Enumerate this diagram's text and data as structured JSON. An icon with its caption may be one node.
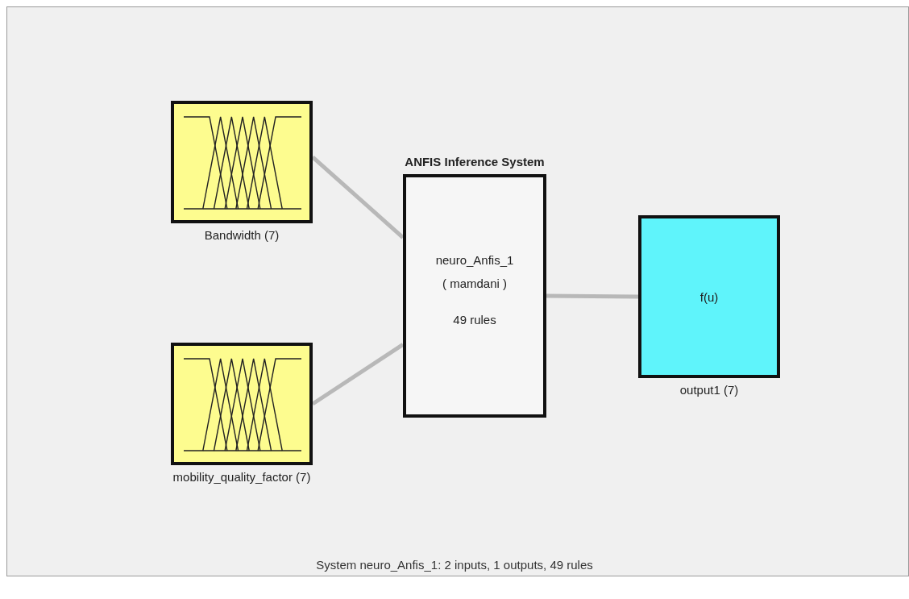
{
  "diagram": {
    "caption": "System neuro_Anfis_1: 2 inputs, 1 outputs, 49 rules",
    "nodes": [
      {
        "text": [],
        "shape": "box",
        "beside": [
          "Bandwidth (7)"
        ]
      },
      {
        "text": [],
        "shape": "box",
        "beside": [
          "mobility_quality_factor (7)"
        ]
      },
      {
        "text": [
          "neuro_Anfis_1",
          "( mamdani )",
          "49 rules"
        ],
        "beside": [
          "ANFIS Inference System"
        ]
      },
      {
        "text": [
          "f(u)"
        ],
        "beside": [
          "output1 (7)"
        ]
      }
    ],
    "edges": [
      {
        "from": 0,
        "to": 2,
        "arrow": "none"
      },
      {
        "from": 1,
        "to": 2,
        "arrow": "none"
      },
      {
        "from": 2,
        "to": 3,
        "arrow": "none"
      }
    ]
  }
}
